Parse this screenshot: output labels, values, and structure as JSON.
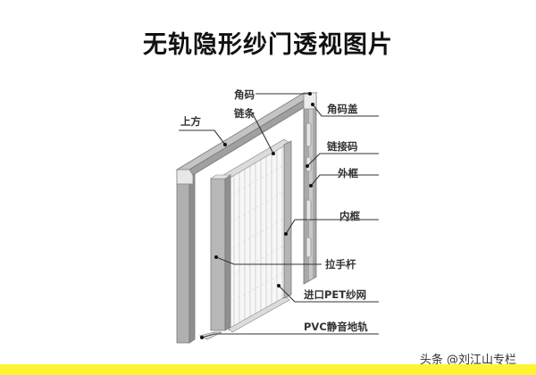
{
  "title": "无轨隐形纱门透视图片",
  "labels": {
    "corner_code": "角码",
    "top_side": "上方",
    "chain": "链条",
    "corner_cap": "角码盖",
    "chain_connector": "链接码",
    "outer_frame": "外框",
    "inner_frame": "内框",
    "pull_handle": "拉手杆",
    "pet_mesh": "进口PET纱网",
    "pvc_track": "PVC静音地轨"
  },
  "watermark": "头条 @刘江山专栏",
  "colors": {
    "frame": "#a9a9a9",
    "frame_dark": "#8a8a8a",
    "accent_bar": "#fdf532",
    "leader_line": "#333333"
  }
}
